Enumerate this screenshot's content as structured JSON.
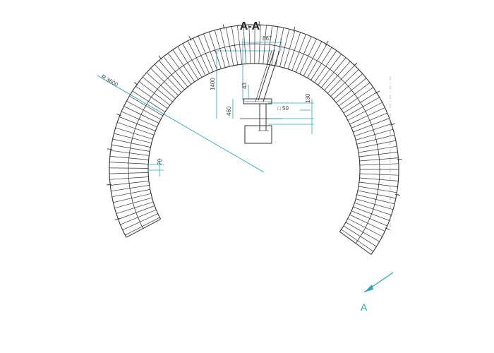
{
  "section_title": "A-A",
  "radius_label": "R 3600",
  "cut_label": "A",
  "dims": {
    "width_top": "867",
    "height_total": "1400",
    "seat_height": "460",
    "seat_thickness": "43",
    "tube_size": "□ 50",
    "seat_offset": "130",
    "slat_gap": "70"
  },
  "colors": {
    "line": "#333333",
    "dimension": "#2aa6b8",
    "background": "#ffffff"
  }
}
